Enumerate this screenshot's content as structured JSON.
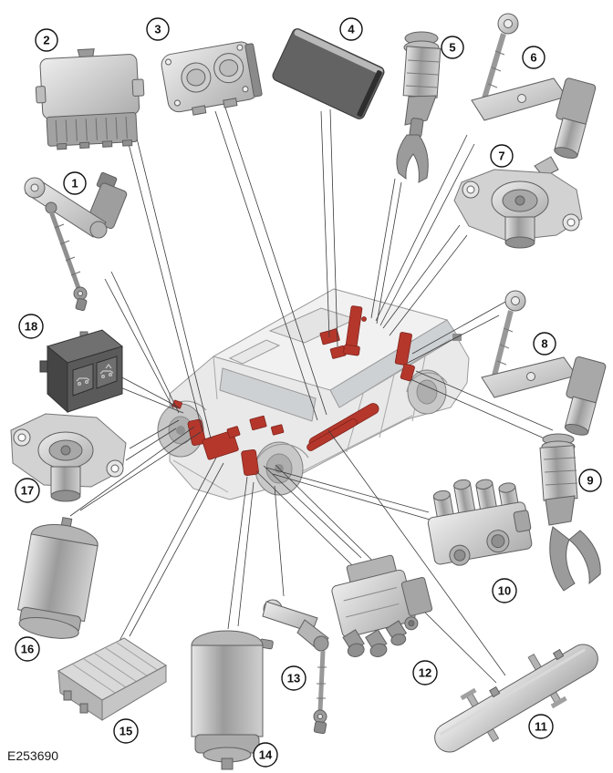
{
  "figure": {
    "reference_code": "E253690",
    "description": "Vehicle air suspension components location diagram",
    "callouts": [
      {
        "label": "1"
      },
      {
        "label": "2"
      },
      {
        "label": "3"
      },
      {
        "label": "4"
      },
      {
        "label": "5"
      },
      {
        "label": "6"
      },
      {
        "label": "7"
      },
      {
        "label": "8"
      },
      {
        "label": "9"
      },
      {
        "label": "10"
      },
      {
        "label": "11"
      },
      {
        "label": "12"
      },
      {
        "label": "13"
      },
      {
        "label": "14"
      },
      {
        "label": "15"
      },
      {
        "label": "16"
      },
      {
        "label": "17"
      },
      {
        "label": "18"
      }
    ]
  },
  "colors": {
    "highlight": "#b5372c",
    "leader_line": "#3c3c3c"
  }
}
